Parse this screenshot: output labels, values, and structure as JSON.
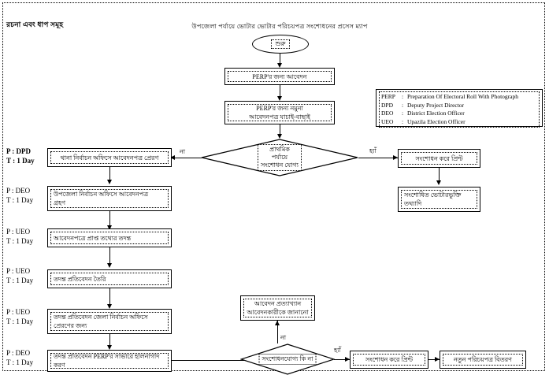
{
  "page": {
    "title": "রচনা এবং ধাপ সমূহ",
    "chart_heading": "উপজেলা পর্যায়ে ভোটার ভোটার পরিচয়পত্র সংশোধনের প্রসেস ম্যাপ"
  },
  "legend": {
    "rows": [
      {
        "key": "PERP",
        "colon": ":",
        "value": "Preparation Of Electoral Roll With Photograph"
      },
      {
        "key": "DPD",
        "colon": ":",
        "value": "Deputy Project Director"
      },
      {
        "key": "DEO",
        "colon": ":",
        "value": "District Election Officer"
      },
      {
        "key": "UEO",
        "colon": ":",
        "value": "Upazila Election Officer"
      }
    ]
  },
  "stages": [
    {
      "person": "P : DPD",
      "time": "T : 1 Day"
    },
    {
      "person": "P : DEO",
      "time": "T : 1 Day"
    },
    {
      "person": "P : UEO",
      "time": "T : 1 Day"
    },
    {
      "person": "P : UEO",
      "time": "T : 1 Day"
    },
    {
      "person": "P : UEO",
      "time": "T : 1 Day"
    },
    {
      "person": "P : DEO",
      "time": "T : 1 Day"
    }
  ],
  "nodes": {
    "start": "শুরু",
    "perp_application": "PERP'র জন্য আবেদন",
    "perp_form_line1": "PERP'র জন্য নমুনা",
    "perp_form_line2": "আবেদনপত্র যাচাই-বাছাই",
    "decision_top_line1": "প্রাথমিক",
    "decision_top_line2": "পর্যায়ে",
    "decision_top_line3": "সংশোধন যোগ্য",
    "thana_office": "থানা নির্বাচন অফিসে আবেদনপত্র প্রেরণ",
    "upazila_receive_line1": "উপজেলা নির্বাচন অফিসে আবেদনপত্র",
    "upazila_receive_line2": "গ্রহণ",
    "verify_info": "আবেদনপত্রে প্রাপ্ত তথ্যের তদন্ত",
    "report_prepare": "তদন্ত প্রতিবেদন তৈরি",
    "send_district_line1": "তদন্ত প্রতিবেদন জেলা নির্বাচন অফিসে",
    "send_district_line2": "প্রেরণের জন্য",
    "perp_update_line1": "তদন্ত প্রতিবেদন PERP'র সার্ভারে হালনাগাদ",
    "perp_update_line2": "করণ",
    "correct_print_top": "সংশোধন করে প্রিন্ট",
    "corrected_info_line1": "সংশোধিত ভোটারভুক্তি",
    "corrected_info_line2": "তথ্যাদি",
    "reject_line1": "আবেদন প্রত্যাখ্যান",
    "reject_line2": "আবেদনকারীকে জানানো",
    "decision_bottom": "সংশোধনযোগ্য কি না",
    "correct_print_bottom": "সংশোধন করে প্রিন্ট",
    "new_id_card": "নতুন পরিচয়পত্র বিতরণ"
  },
  "edges": {
    "no": "না",
    "yes": "হ্যাঁ",
    "no_bottom": "না",
    "yes_bottom": "হ্যাঁ"
  },
  "colors": {
    "ink": "#000000",
    "paper": "#ffffff"
  }
}
